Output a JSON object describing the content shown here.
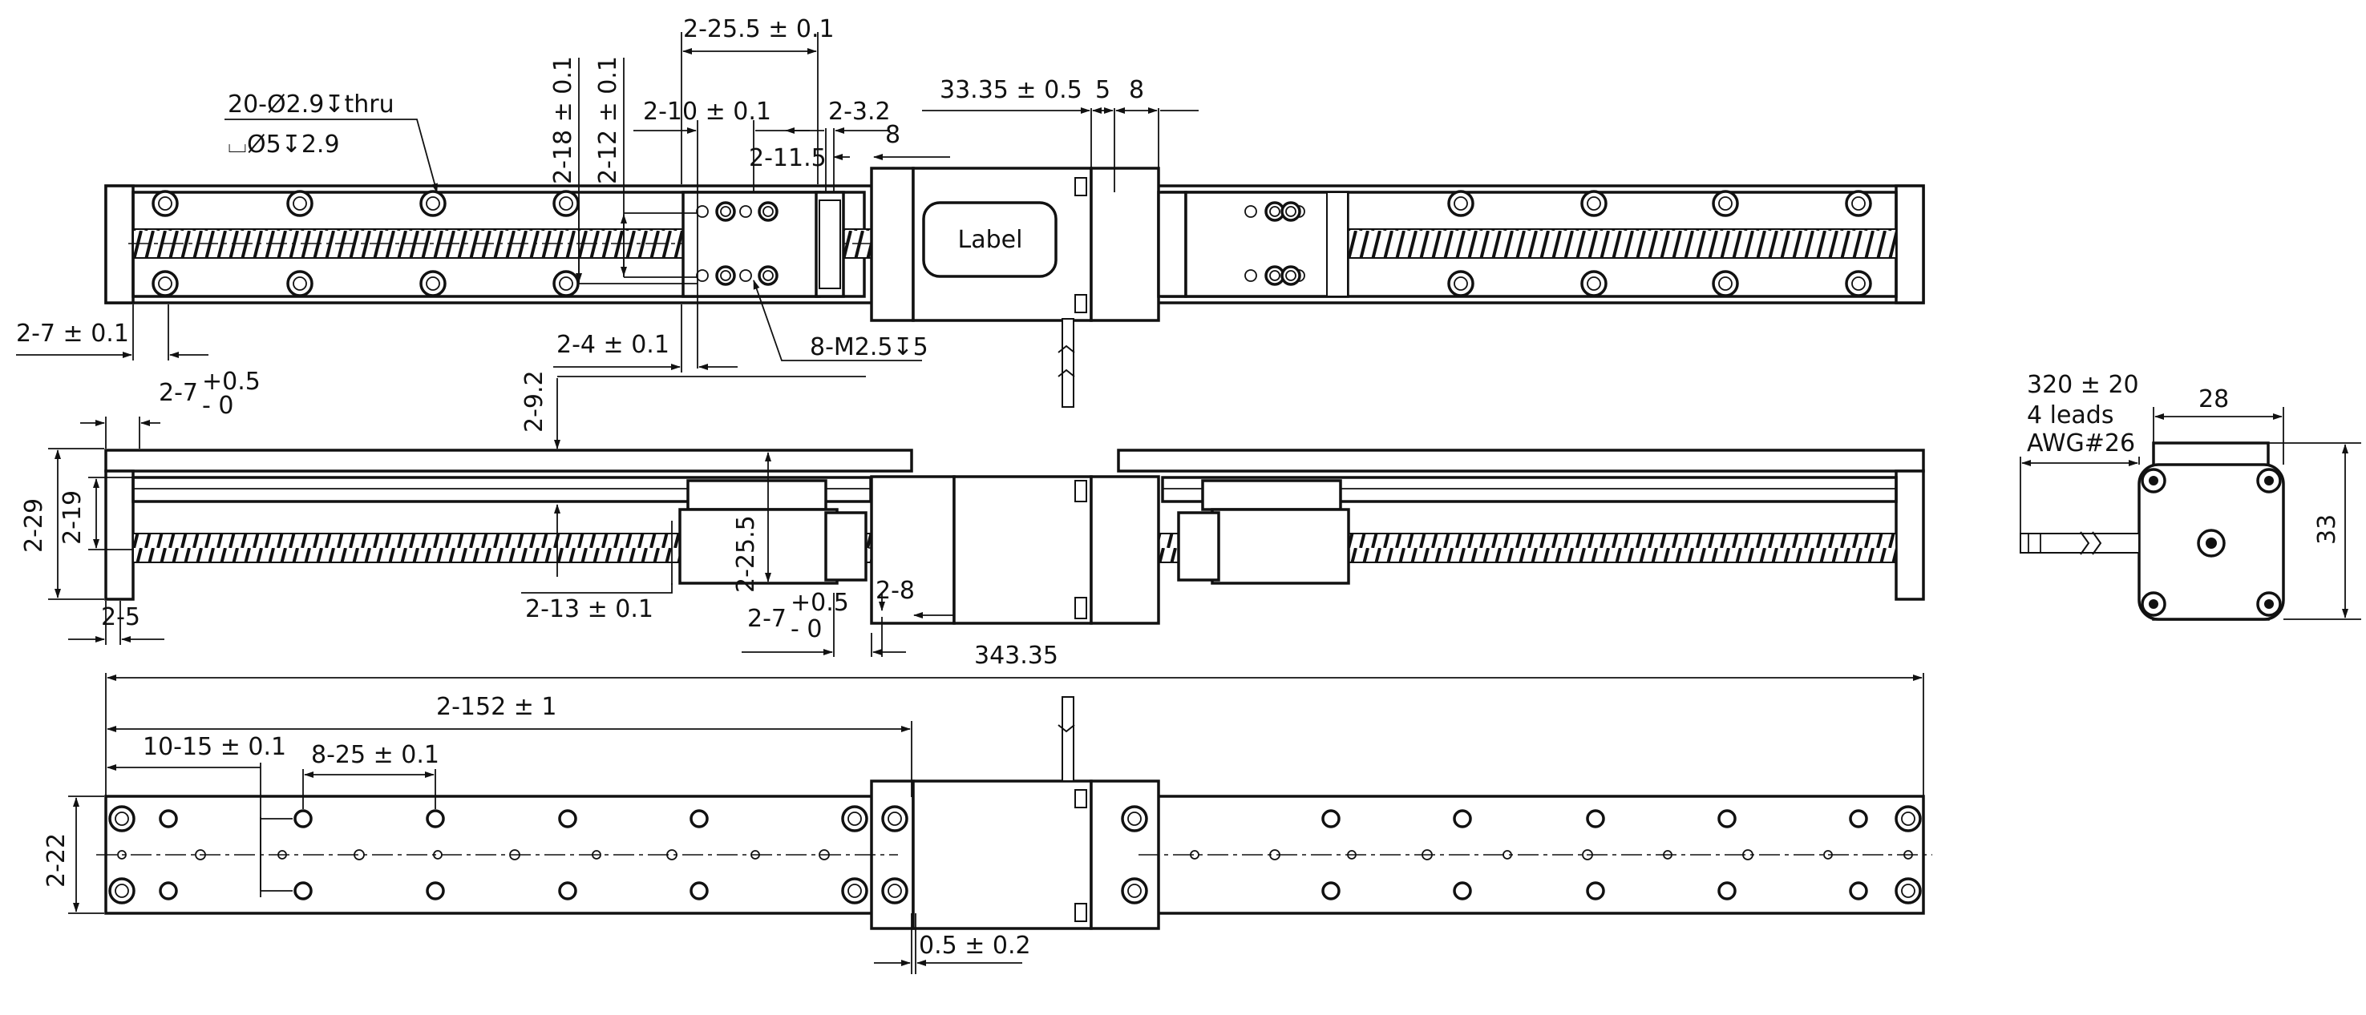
{
  "top_view": {
    "hole_note_line1": "20-Ø2.9↧thru",
    "hole_note_line2": "⌴Ø5↧2.9",
    "dim_2_25_5": "2-25.5 ± 0.1",
    "dim_2_18": "2-18 ± 0.1",
    "dim_2_12": "2-12 ± 0.1",
    "dim_2_10": "2-10 ± 0.1",
    "dim_2_3_2": "2-3.2",
    "dim_8_a": "8",
    "dim_2_11_5": "2-11.5",
    "dim_33_35": "33.35 ± 0.5",
    "dim_5": "5",
    "dim_8_b": "8",
    "label_text": "Label",
    "dim_2_7": "2-7 ± 0.1",
    "dim_2_4": "2-4 ± 0.1",
    "note_m25": "8-M2.5↧5"
  },
  "side_view": {
    "dim_2_7_tol_main": "2-7",
    "dim_2_7_tol_plus": "+0.5",
    "dim_2_7_tol_minus": "- 0",
    "dim_2_9_2": "2-9.2",
    "dim_2_29": "2-29",
    "dim_2_19": "2-19",
    "dim_2_25_5_v": "2-25.5",
    "dim_2_5": "2-5",
    "dim_2_13": "2-13 ± 0.1",
    "dim_2_7_b_main": "2-7",
    "dim_2_7_b_plus": "+0.5",
    "dim_2_7_b_minus": "- 0",
    "dim_2_8": "2-8",
    "dim_343_35": "343.35"
  },
  "end_view": {
    "cable_length": "320 ± 20",
    "leads": "4 leads",
    "awg": "AWG#26",
    "dim_28": "28",
    "dim_33": "33"
  },
  "bottom_view": {
    "dim_2_152": "2-152 ± 1",
    "dim_10_15": "10-15 ± 0.1",
    "dim_8_25": "8-25 ± 0.1",
    "dim_2_22": "2-22",
    "dim_0_5": "0.5 ± 0.2"
  }
}
